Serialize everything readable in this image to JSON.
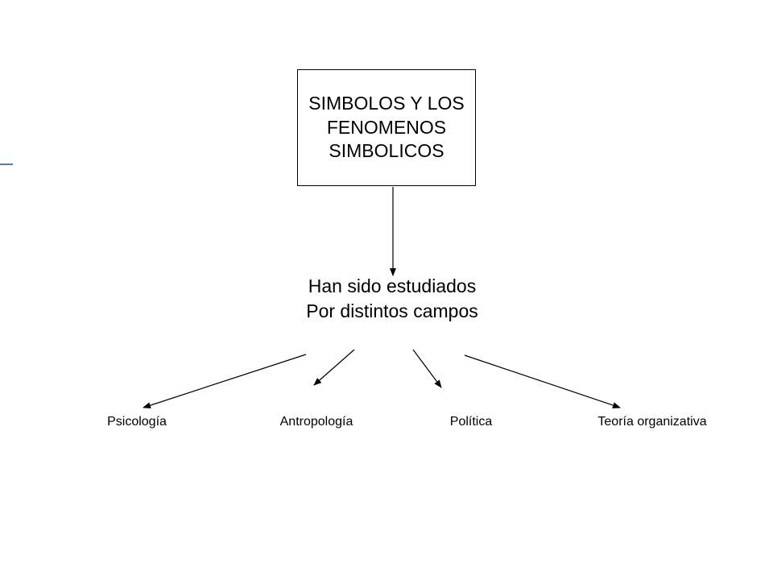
{
  "diagram": {
    "root": {
      "label": "SIMBOLOS Y LOS FENOMENOS SIMBOLICOS"
    },
    "connector_text": {
      "label": "Han sido estudiados Por distintos campos"
    },
    "leaves": [
      {
        "label": "Psicología"
      },
      {
        "label": "Antropología"
      },
      {
        "label": "Política"
      },
      {
        "label": "Teoría organizativa"
      }
    ]
  },
  "colors": {
    "line": "#000000",
    "edge_mark": "#4a7ebb",
    "background": "#ffffff"
  }
}
